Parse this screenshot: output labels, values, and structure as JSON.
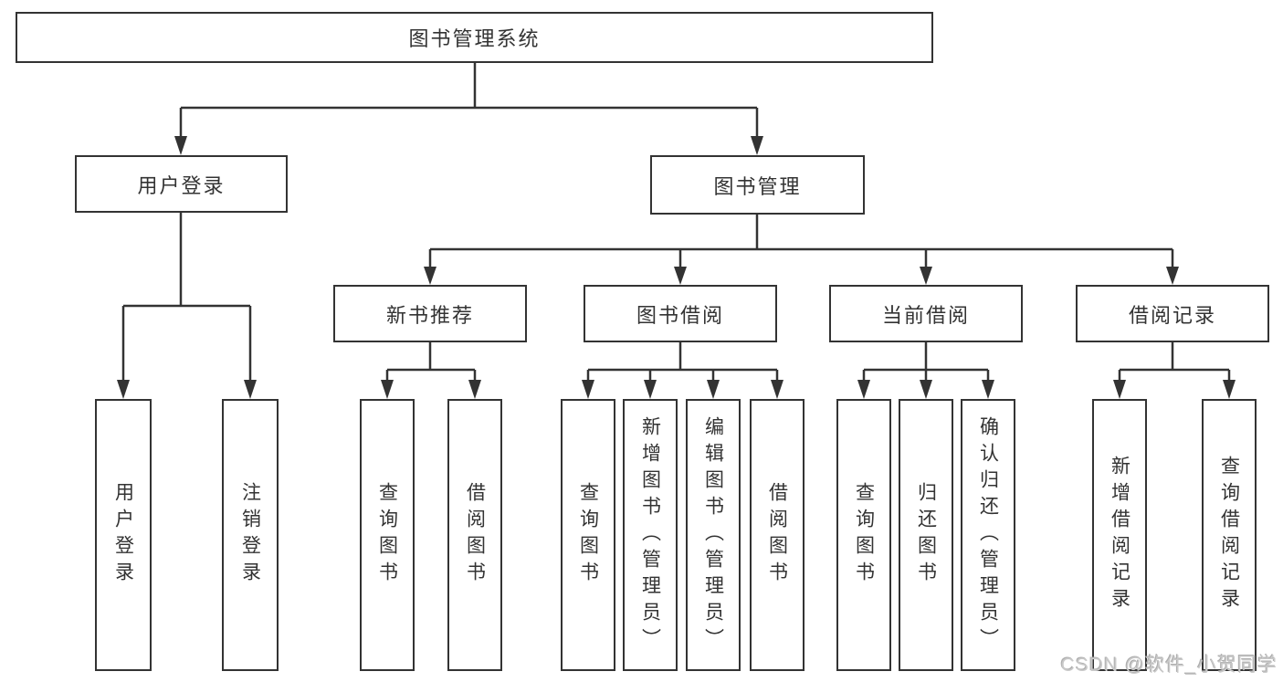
{
  "canvas": {
    "background": "#ffffff",
    "line_color": "#333333",
    "text_color": "#333333"
  },
  "root": {
    "label": "图书管理系统"
  },
  "branches": [
    {
      "label": "用户登录",
      "children": [
        {
          "label": "用户登录"
        },
        {
          "label": "注销登录"
        }
      ]
    },
    {
      "label": "图书管理",
      "groups": [
        {
          "label": "新书推荐",
          "children": [
            {
              "label": "查询图书"
            },
            {
              "label": "借阅图书"
            }
          ]
        },
        {
          "label": "图书借阅",
          "children": [
            {
              "label": "查询图书"
            },
            {
              "label": "新增图书（管理员）"
            },
            {
              "label": "编辑图书（管理员）"
            },
            {
              "label": "借阅图书"
            }
          ]
        },
        {
          "label": "当前借阅",
          "children": [
            {
              "label": "查询图书"
            },
            {
              "label": "归还图书"
            },
            {
              "label": "确认归还（管理员）"
            }
          ]
        },
        {
          "label": "借阅记录",
          "children": [
            {
              "label": "新增借阅记录"
            },
            {
              "label": "查询借阅记录"
            }
          ]
        }
      ]
    }
  ],
  "watermark": {
    "text": "CSDN @软件_小贺同学",
    "color": "#c9c9c9"
  }
}
